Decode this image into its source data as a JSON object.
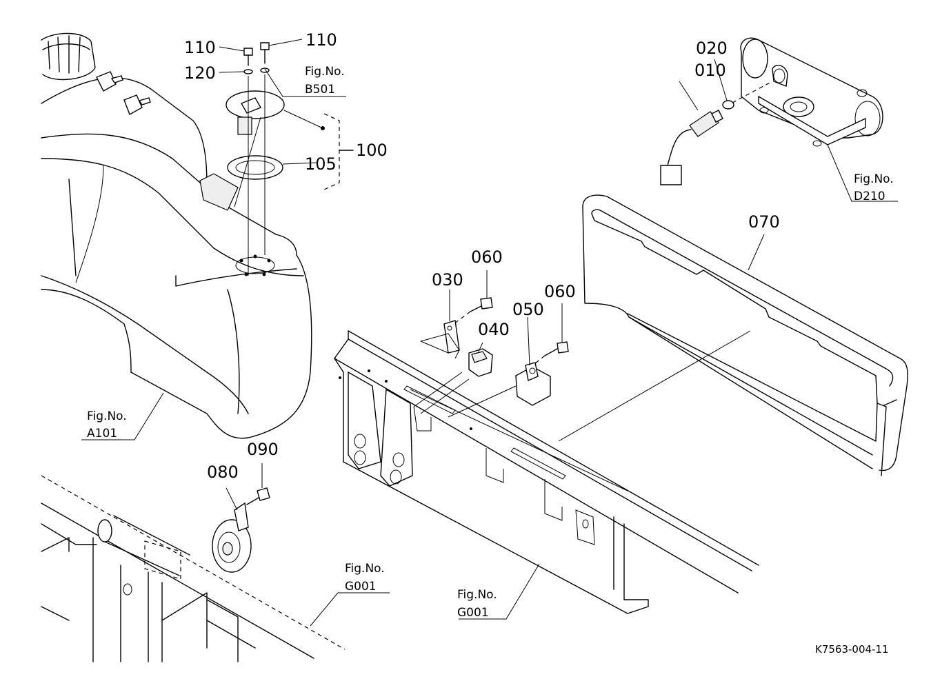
{
  "parts": {
    "p010": "010",
    "p020": "020",
    "p030": "030",
    "p040": "040",
    "p050": "050",
    "p060a": "060",
    "p060b": "060",
    "p070": "070",
    "p080": "080",
    "p090": "090",
    "p100": "100",
    "p105": "105",
    "p110a": "110",
    "p110b": "110",
    "p120": "120"
  },
  "figure_refs": {
    "b501": {
      "line1": "Fig.No.",
      "line2": "B501"
    },
    "d210": {
      "line1": "Fig.No.",
      "line2": "D210"
    },
    "a101": {
      "line1": "Fig.No.",
      "line2": "A101"
    },
    "g001_left": {
      "line1": "Fig.No.",
      "line2": "G001"
    },
    "g001_right": {
      "line1": "Fig.No.",
      "line2": "G001"
    }
  },
  "drawing_id": "K7563-004-11"
}
